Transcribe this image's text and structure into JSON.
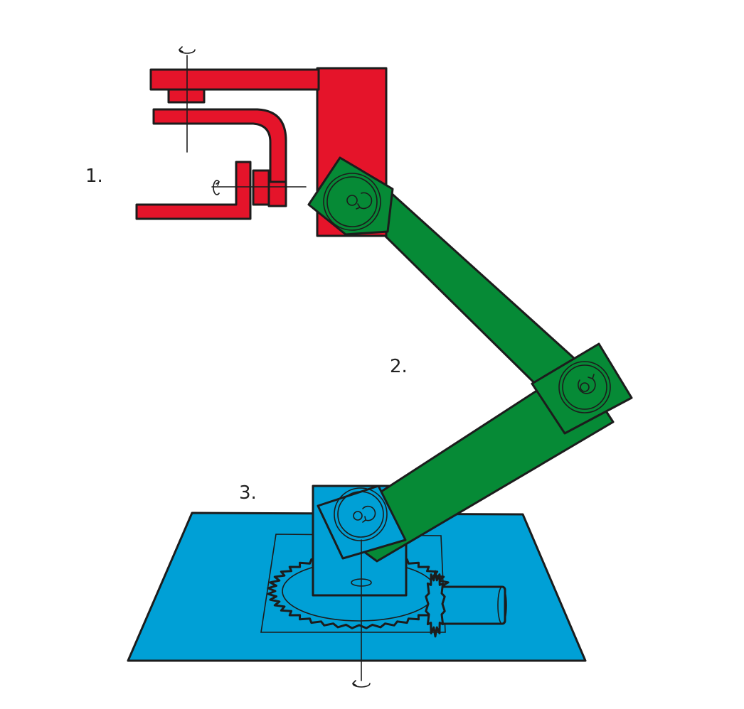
{
  "labels": {
    "gripper": "1.",
    "arm": "2.",
    "base": "3."
  },
  "colors": {
    "gripper": "#e5142a",
    "arm": "#068a36",
    "base": "#00a0d6",
    "ink": "#1c1c1c"
  }
}
